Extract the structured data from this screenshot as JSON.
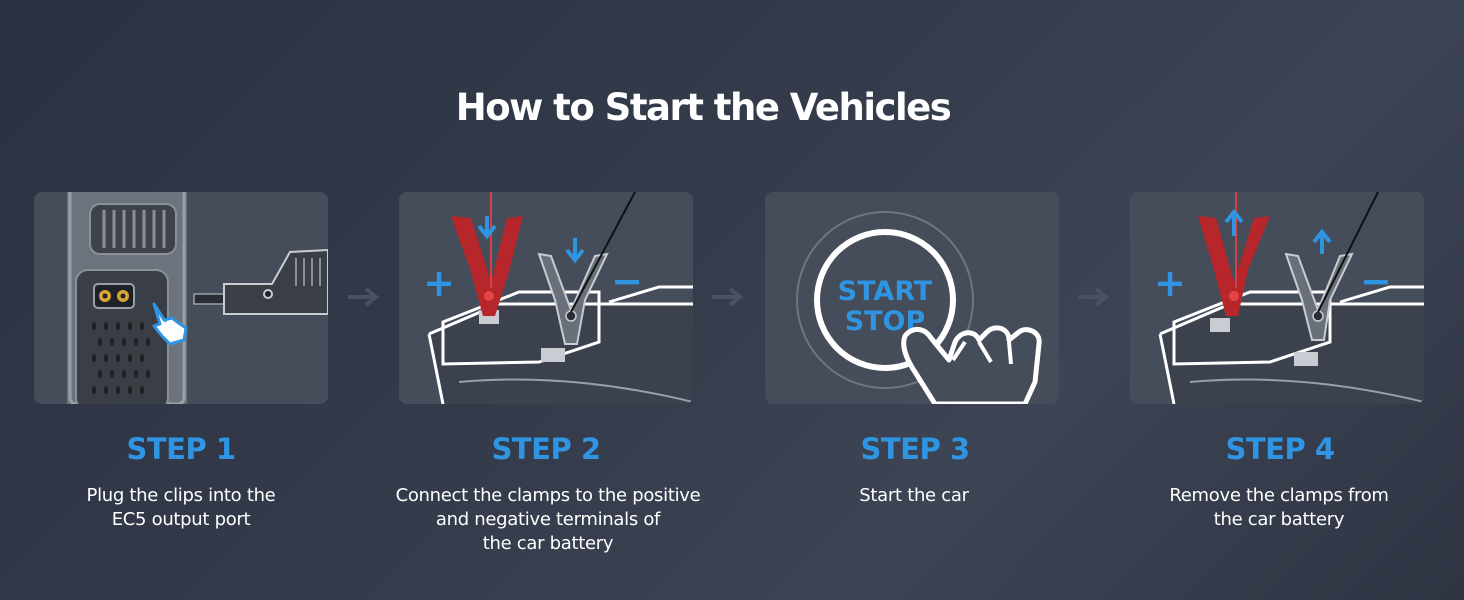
{
  "title": "How to Start the Vehicles",
  "colors": {
    "accent": "#2f95e3",
    "background": "#343b4b",
    "panel": "#454c5a",
    "clamp_red": "#b7262b"
  },
  "steps": [
    {
      "title": "STEP 1",
      "lines": [
        "Plug the clips into the",
        "EC5 output port"
      ]
    },
    {
      "title": "STEP 2",
      "lines": [
        "Connect the clamps to the positive",
        "and negative terminals of",
        "the car battery"
      ]
    },
    {
      "title": "STEP 3",
      "lines": [
        "Start the car"
      ]
    },
    {
      "title": "STEP 4",
      "lines": [
        "Remove the clamps from",
        "the car battery"
      ]
    }
  ],
  "button": {
    "line1": "START",
    "line2": "STOP"
  },
  "signs": {
    "plus": "+",
    "minus": "−"
  }
}
